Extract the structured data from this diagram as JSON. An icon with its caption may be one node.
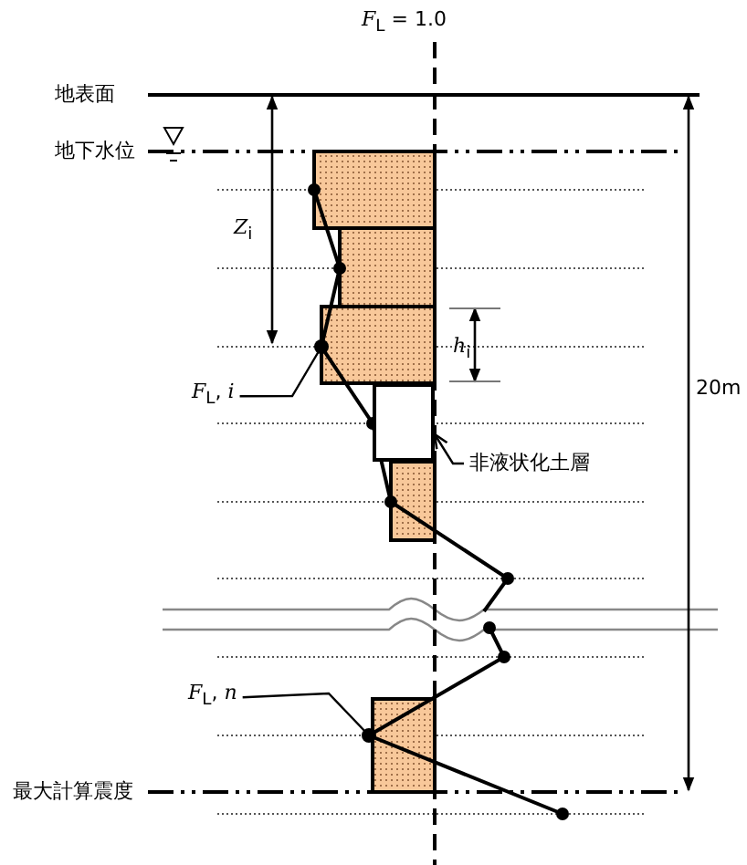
{
  "diagram": {
    "nodes": [
      {
        "text": [
          "*F*$_{L}$, *i*"
        ]
      },
      {
        "text": [],
        "shape": "dot"
      },
      {
        "text": [
          "非液状化土層"
        ]
      },
      {
        "text": [],
        "shape": "box"
      },
      {
        "text": [
          "*F*$_{L}$, *n*"
        ]
      },
      {
        "text": [],
        "shape": "dot"
      }
    ],
    "edges": [
      {
        "from": 0,
        "to": 1,
        "arrow": "none"
      },
      {
        "from": 2,
        "to": 3,
        "arrow": "to"
      },
      {
        "from": 4,
        "to": 5,
        "arrow": "none"
      }
    ],
    "labels": [
      "*F*$_{L}$ = 1.0",
      "地表面",
      "地下水位",
      "*Z*$_{i}$",
      "*h*$_{i}$",
      "20m",
      "最大計算震度"
    ]
  }
}
